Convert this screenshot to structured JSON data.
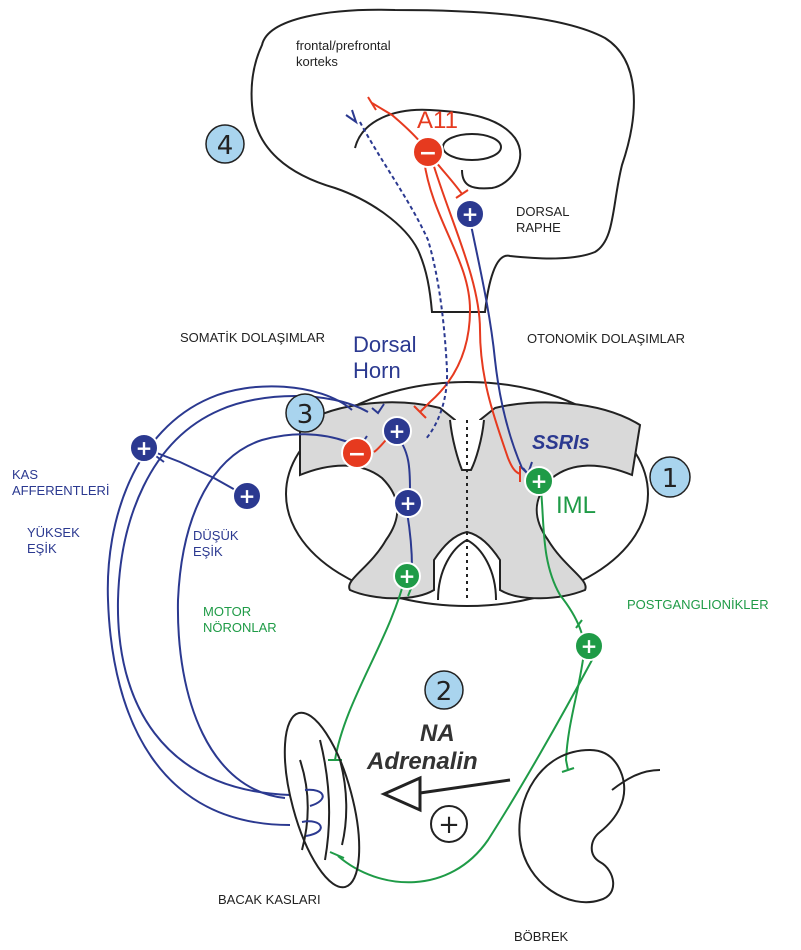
{
  "labels": {
    "cortex_line1": "frontal/prefrontal",
    "cortex_line2": "korteks",
    "a11": "A11",
    "dorsal_raphe_line1": "DORSAL",
    "dorsal_raphe_line2": "RAPHE",
    "somatic": "SOMATİK DOLAŞIMLAR",
    "autonomic": "OTONOMİK DOLAŞIMLAR",
    "dorsal_horn_line1": "Dorsal",
    "dorsal_horn_line2": "Horn",
    "ssris": "SSRIs",
    "iml": "IML",
    "muscle_afferents_line1": "KAS",
    "muscle_afferents_line2": "AFFERENTLERİ",
    "high_threshold_line1": "YÜKSEK",
    "high_threshold_line2": "EŞİK",
    "low_threshold_line1": "DÜŞÜK",
    "low_threshold_line2": "EŞİK",
    "motor_neurons_line1": "MOTOR",
    "motor_neurons_line2": "NÖRONLAR",
    "postganglionic": "POSTGANGLIONİKLER",
    "na": "NA",
    "adrenaline": "Adrenalin",
    "leg_muscles": "BACAK KASLARI",
    "kidney": "BÖBREK"
  },
  "numbers": {
    "n1": "1",
    "n2": "2",
    "n3": "3",
    "n4": "4"
  },
  "signs": {
    "plus": "+",
    "minus": "−"
  },
  "colors": {
    "blue": "#2b3990",
    "red": "#e63a1f",
    "green": "#1f9b47",
    "number_circle": "#a9d4ee",
    "spinal_gray": "#d9d9d9",
    "outline": "#222222"
  }
}
